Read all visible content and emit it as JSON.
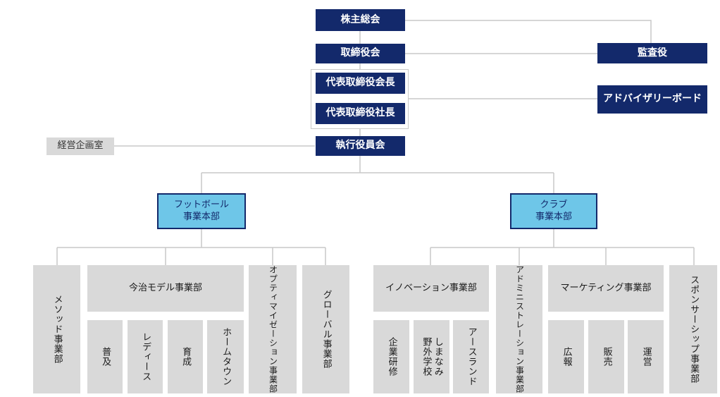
{
  "top": {
    "shareholders": "株主総会",
    "board": "取締役会",
    "chairman": "代表取締役会長",
    "president": "代表取締役社長",
    "executive": "執行役員会",
    "auditor": "監査役",
    "advisory": "アドバイザリーボード",
    "planning": "経営企画室"
  },
  "divisions": {
    "football": "フットボール\n事業本部",
    "club": "クラブ\n事業本部"
  },
  "football_depts": {
    "method": "メソッド事業部",
    "imabari": "今治モデル事業部",
    "imabari_subs": [
      "普及",
      "レディース",
      "育成",
      "ホームタウン"
    ],
    "optimization": "オプティマイゼーション事業部",
    "global": "グローバル事業部"
  },
  "club_depts": {
    "innovation": "イノベーション事業部",
    "innovation_subs": [
      "企業研修",
      "しまなみ\n野外学校",
      "アースランド"
    ],
    "admin": "アドミニストレーション事業部",
    "marketing": "マーケティング事業部",
    "marketing_subs": [
      "広報",
      "販売",
      "運営"
    ],
    "sponsorship": "スポンサーシップ事業部"
  },
  "colors": {
    "dark": "#13296b",
    "light": "#6ec6e8",
    "grey": "#d9d9d9",
    "line": "#c8c8c8"
  }
}
